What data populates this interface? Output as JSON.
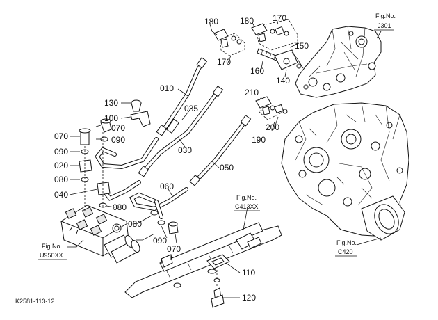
{
  "drawing_code": "K2581-113-12",
  "callouts": {
    "c010": "010",
    "c020": "020",
    "c030": "030",
    "c035": "035",
    "c040": "040",
    "c050": "050",
    "c060": "060",
    "c070a": "070",
    "c070b": "070",
    "c070c": "070",
    "c080a": "080",
    "c080b": "080",
    "c080c": "080",
    "c090a": "090",
    "c090b": "090",
    "c090c": "090",
    "c100": "100",
    "c110": "110",
    "c120": "120",
    "c130": "130",
    "c140": "140",
    "c150": "150",
    "c160": "160",
    "c170a": "170",
    "c170b": "170",
    "c180a": "180",
    "c180b": "180",
    "c190": "190",
    "c200": "200",
    "c210": "210"
  },
  "fig_refs": {
    "j301": {
      "label": "Fig.No.",
      "code": "J301"
    },
    "c413": {
      "label": "Fig.No.",
      "code": "C413XX"
    },
    "u950": {
      "label": "Fig.No.",
      "code": "U950XX"
    },
    "c420": {
      "label": "Fig.No.",
      "code": "C420"
    }
  }
}
